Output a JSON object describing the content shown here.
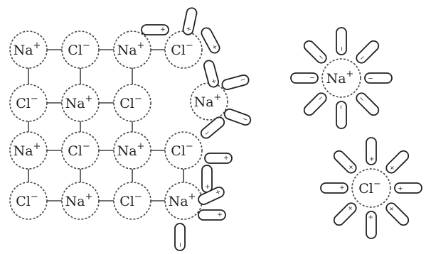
{
  "diagram": {
    "lattice_rows": [
      [
        {
          "symbol": "Na",
          "charge": "+"
        },
        {
          "symbol": "Cl",
          "charge": "−"
        },
        {
          "symbol": "Na",
          "charge": "+"
        },
        {
          "symbol": "Cl",
          "charge": "−"
        }
      ],
      [
        {
          "symbol": "Cl",
          "charge": "−"
        },
        {
          "symbol": "Na",
          "charge": "+"
        },
        {
          "symbol": "Cl",
          "charge": "−"
        }
      ],
      [
        {
          "symbol": "Na",
          "charge": "+"
        },
        {
          "symbol": "Cl",
          "charge": "−"
        },
        {
          "symbol": "Na",
          "charge": "+"
        },
        {
          "symbol": "Cl",
          "charge": "−"
        }
      ],
      [
        {
          "symbol": "Cl",
          "charge": "−"
        },
        {
          "symbol": "Na",
          "charge": "+"
        },
        {
          "symbol": "Cl",
          "charge": "−"
        },
        {
          "symbol": "Na",
          "charge": "+"
        }
      ]
    ],
    "detached_ion": {
      "symbol": "Na",
      "charge": "+"
    },
    "hydrated_cation": {
      "symbol": "Na",
      "charge": "+",
      "water_count": 8
    },
    "hydrated_anion": {
      "symbol": "Cl",
      "charge": "−",
      "water_count": 8
    },
    "water_signs": {
      "positive": "+",
      "negative": "−"
    },
    "colors": {
      "ink": "#222222",
      "paper": "#ffffff"
    }
  }
}
